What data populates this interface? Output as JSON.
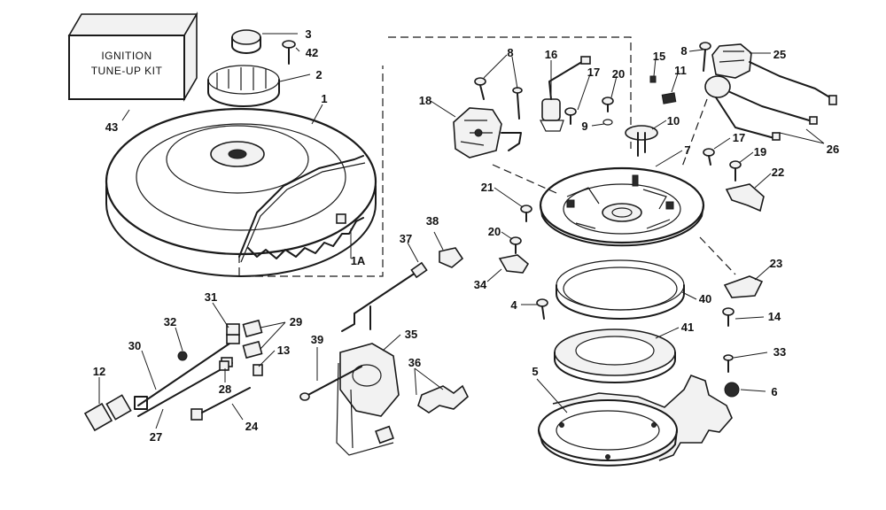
{
  "kit_box": {
    "line1": "IGNITION",
    "line2": "TUNE-UP KIT"
  },
  "callouts": [
    "43",
    "3",
    "42",
    "2",
    "1",
    "1A",
    "8",
    "16",
    "17",
    "20",
    "15",
    "11",
    "8",
    "25",
    "18",
    "9",
    "10",
    "7",
    "26",
    "17",
    "19",
    "22",
    "21",
    "20",
    "38",
    "37",
    "34",
    "23",
    "40",
    "4",
    "14",
    "31",
    "32",
    "29",
    "30",
    "35",
    "39",
    "41",
    "33",
    "13",
    "36",
    "12",
    "28",
    "5",
    "6",
    "27",
    "24"
  ]
}
